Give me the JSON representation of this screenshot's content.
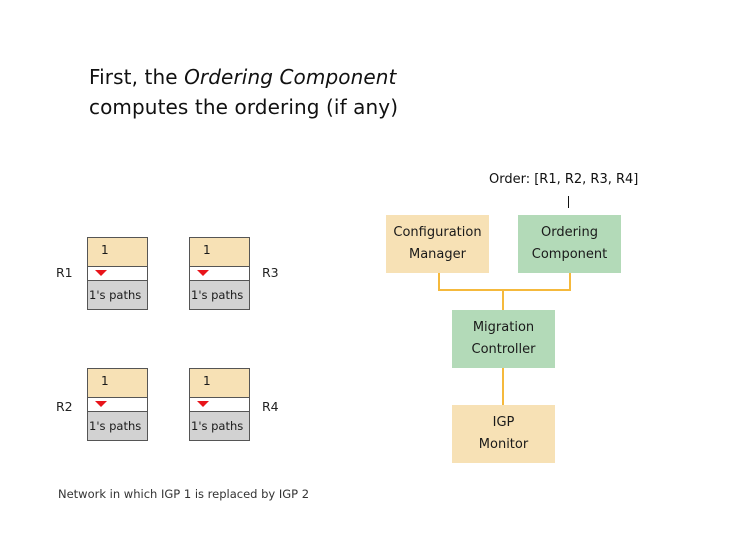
{
  "title": {
    "line1_prefix": "First, the ",
    "line1_emphasis": "Ordering Component",
    "line2": "computes the ordering (if any)"
  },
  "routers": [
    {
      "label": "R1",
      "igp": "1",
      "paths": "1's paths",
      "indicator": "red-down-triangle"
    },
    {
      "label": "R3",
      "igp": "1",
      "paths": "1's paths",
      "indicator": "red-down-triangle"
    },
    {
      "label": "R2",
      "igp": "1",
      "paths": "1's paths",
      "indicator": "red-down-triangle"
    },
    {
      "label": "R4",
      "igp": "1",
      "paths": "1's paths",
      "indicator": "red-down-triangle"
    }
  ],
  "caption": "Network in which IGP 1 is replaced by IGP 2",
  "architecture": {
    "order_output": "Order: [R1, R2, R3, R4]",
    "components": [
      {
        "id": "configuration-manager",
        "line1": "Configuration",
        "line2": "Manager",
        "color": "#f7e1b5"
      },
      {
        "id": "ordering-component",
        "line1": "Ordering",
        "line2": "Component",
        "color": "#b3dab8"
      },
      {
        "id": "migration-controller",
        "line1": "Migration",
        "line2": "Controller",
        "color": "#b3dab8"
      },
      {
        "id": "igp-monitor",
        "line1": "IGP",
        "line2": "Monitor",
        "color": "#f7e1b5"
      }
    ],
    "connector_color": "#f5b93c"
  },
  "colors": {
    "tan": "#f7e1b5",
    "green": "#b3dab8",
    "gray": "#d2d2d2",
    "red": "#e8141a"
  }
}
